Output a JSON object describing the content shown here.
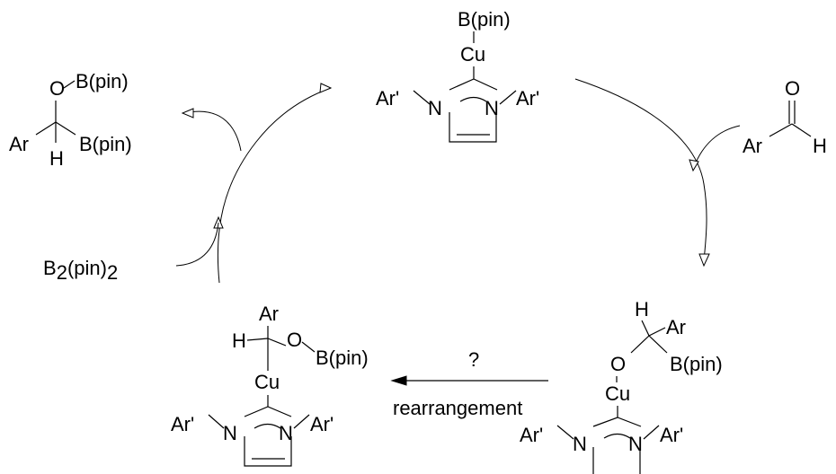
{
  "labels": {
    "bpin": "B(pin)",
    "cu": "Cu",
    "ar_prime": "Ar'",
    "n": "N",
    "ar": "Ar",
    "o": "O",
    "h": "H",
    "b": "B",
    "b2_sub": "2",
    "pin": "(pin)",
    "pin_sub": "2"
  },
  "annotations": {
    "question": "?",
    "rearrangement": "rearrangement"
  }
}
